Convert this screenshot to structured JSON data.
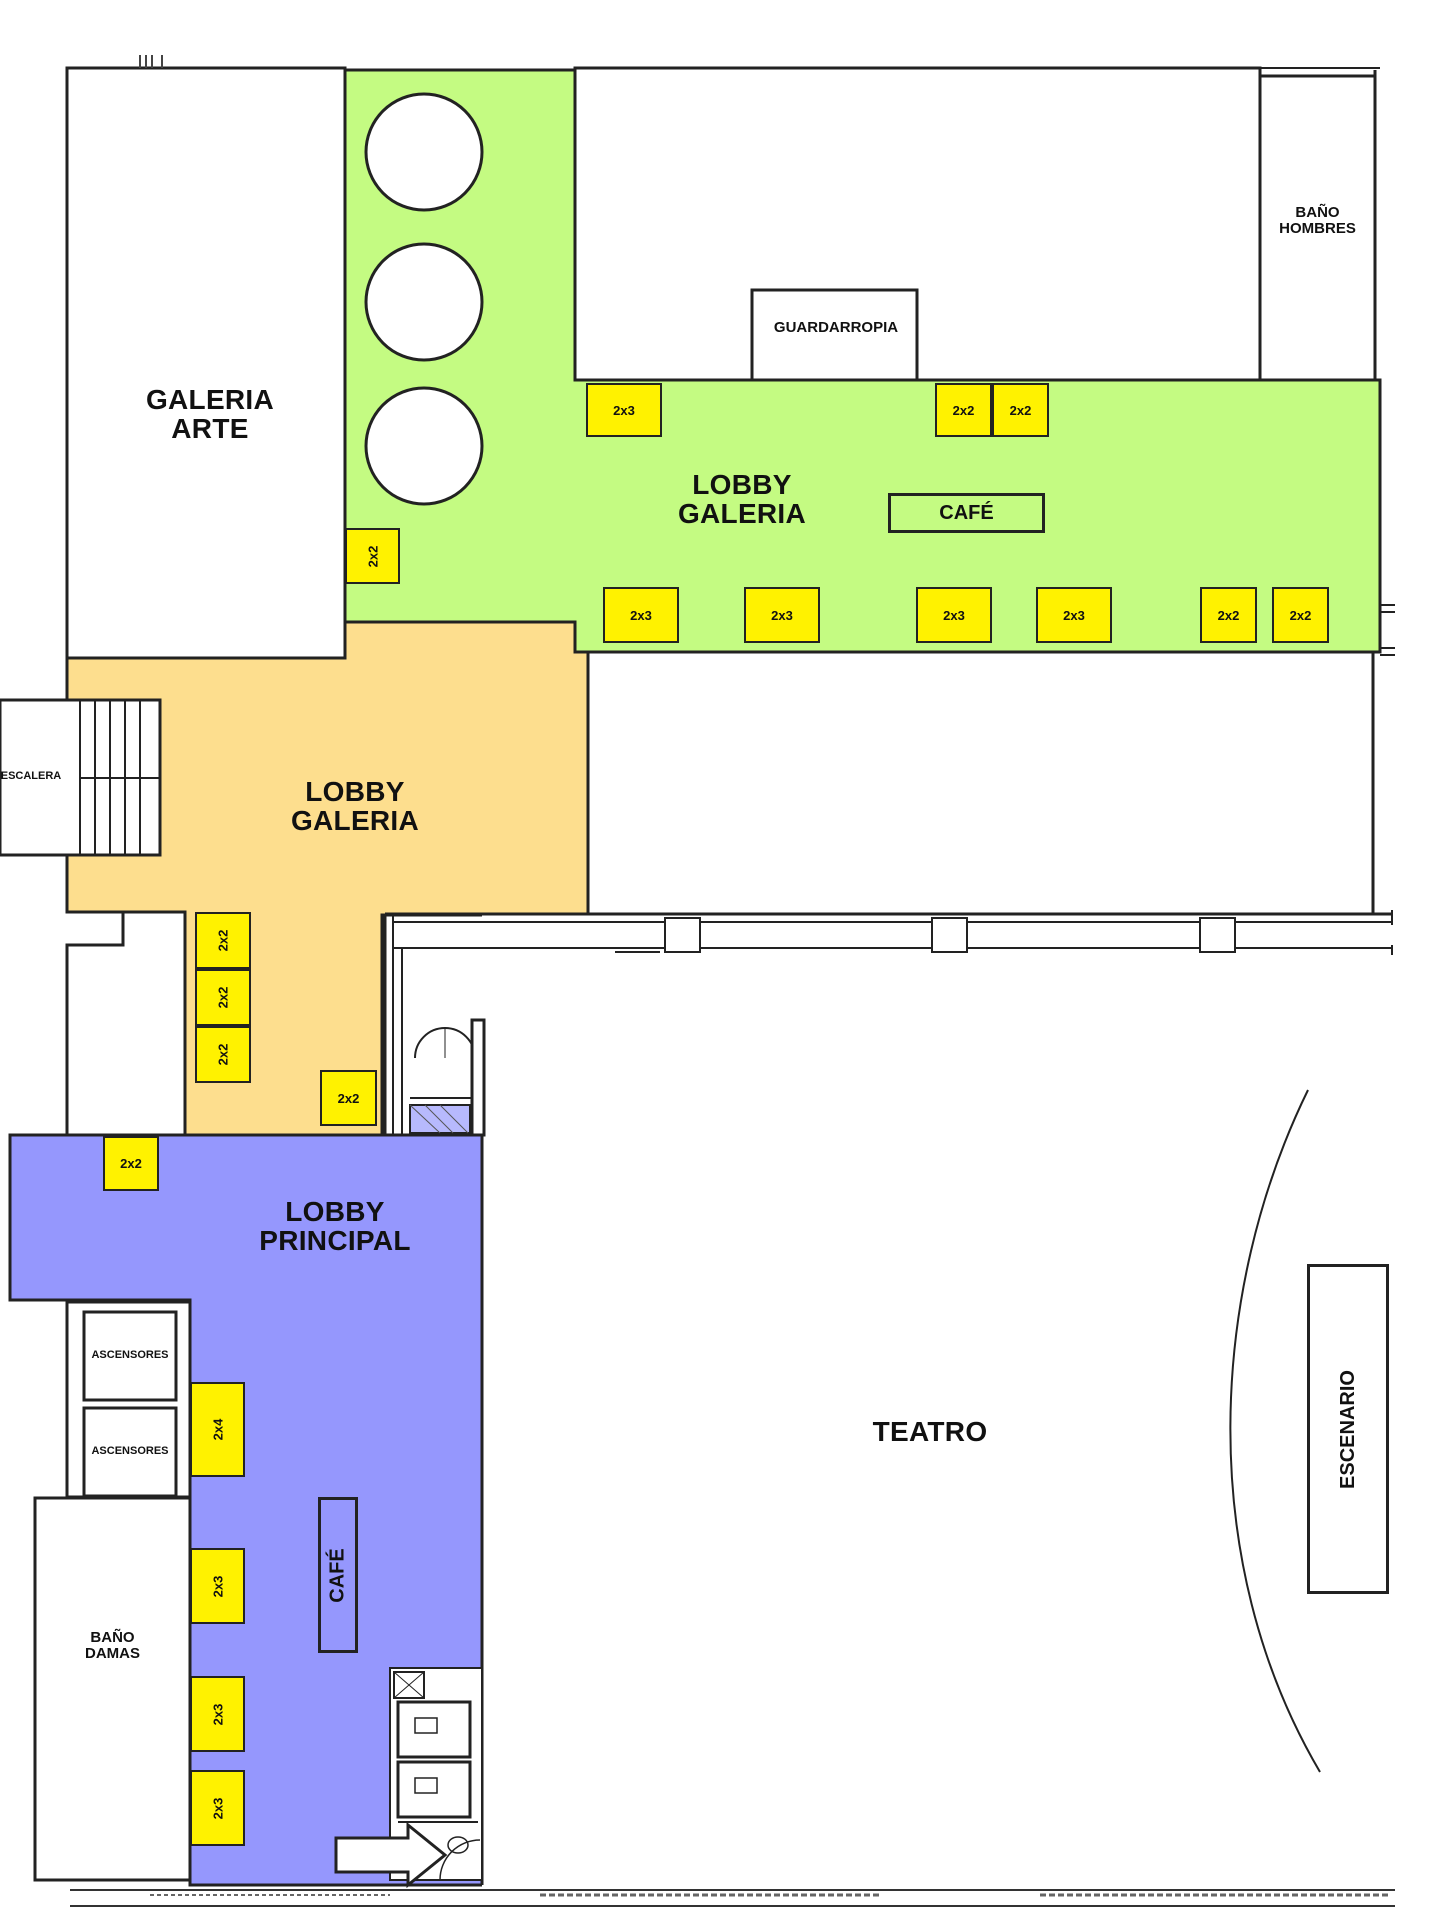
{
  "rooms": {
    "galeria_arte": [
      "GALERIA",
      "ARTE"
    ],
    "lobby_galeria_top": [
      "LOBBY",
      "GALERIA"
    ],
    "lobby_galeria_bottom": [
      "LOBBY",
      "GALERIA"
    ],
    "lobby_principal": [
      "LOBBY",
      "PRINCIPAL"
    ],
    "teatro": "TEATRO",
    "escenario": "ESCENARIO",
    "guardarropia": "GUARDARROPIA",
    "bano_hombres": [
      "BAÑO",
      "HOMBRES"
    ],
    "bano_damas": [
      "BAÑO",
      "DAMAS"
    ],
    "escalera": "ESCALERA",
    "ascensores_1": "ASCENSORES",
    "ascensores_2": "ASCENSORES",
    "cafe_top": "CAFÉ",
    "cafe_bottom": "CAFÉ"
  },
  "booths": {
    "top_row": [
      "2x3",
      "2x2",
      "2x2"
    ],
    "left_green": "2x2",
    "bottom_row": [
      "2x3",
      "2x3",
      "2x3",
      "2x3",
      "2x2",
      "2x2"
    ],
    "orange_column": [
      "2x2",
      "2x2",
      "2x2"
    ],
    "orange_single": "2x2",
    "principal_top": "2x2",
    "principal_column": [
      "2x4",
      "2x3",
      "2x3",
      "2x3"
    ]
  },
  "colors": {
    "lobby_galeria_green": "#c4fb82",
    "lobby_galeria_orange": "#fdde8e",
    "lobby_principal_blue": "#9597fd",
    "booth_yellow": "#fff200",
    "wall": "#222222"
  }
}
